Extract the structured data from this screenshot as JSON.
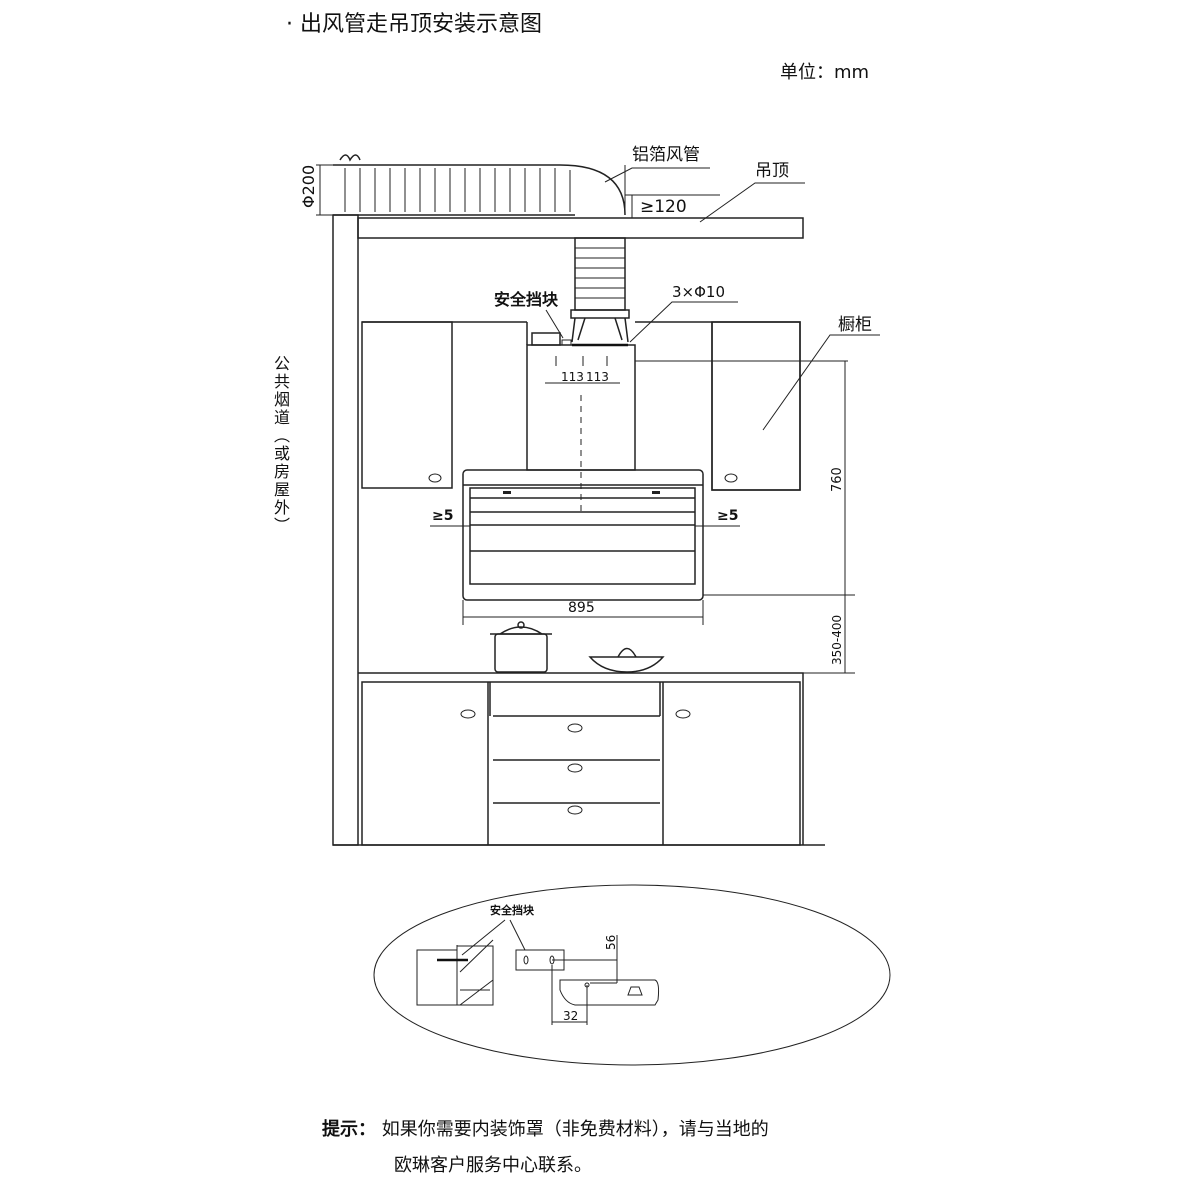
{
  "title": "· 出风管走吊顶安装示意图",
  "unit": "单位：mm",
  "labels": {
    "duct": "铝箔风管",
    "ceiling": "吊顶",
    "diameter": "Φ200",
    "gap120": "≥120",
    "safety_block": "安全挡块",
    "holes": "3×Φ10",
    "cabinet": "橱柜",
    "flue": "公共烟道（或房屋外）",
    "gap_left": "≥5",
    "gap_right": "≥5",
    "dim_113a": "113",
    "dim_113b": "113",
    "width": "895",
    "height760": "760",
    "height_range": "350-400",
    "detail_label": "安全挡块",
    "detail_56": "56",
    "detail_32": "32"
  },
  "tip": {
    "prefix": "提示：",
    "line1": "如果你需要内装饰罩（非免费材料），请与当地的",
    "line2": "欧琳客户服务中心联系。"
  }
}
